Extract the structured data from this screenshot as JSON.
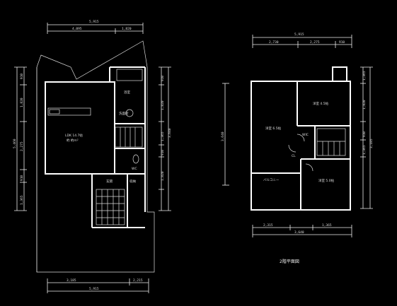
{
  "first_floor": {
    "top_dims": [
      "5,915",
      "4,095",
      "1,820"
    ],
    "bottom_dims": [
      "3,185",
      "2,215",
      "5,915"
    ],
    "left_dims": [
      "910",
      "1,820",
      "2,275",
      "910",
      "1,365",
      "5,460"
    ],
    "right_dims": [
      "910",
      "1,820",
      "1,365",
      "910",
      "1,820",
      "3,640"
    ],
    "rooms": {
      "ldk": "LDK 14.7帖",
      "ldk_area": "約 約m²",
      "wc": "WC",
      "wash": "洗面所",
      "bath": "浴室",
      "entrance": "玄関",
      "storage": "収納"
    }
  },
  "second_floor": {
    "top_dims": [
      "5,915",
      "2,730",
      "2,275",
      "910"
    ],
    "bottom_dims": [
      "2,315",
      "3,640",
      "1,365"
    ],
    "left_dims": [
      "3,640"
    ],
    "right_dims": [
      "1,365",
      "1,820",
      "910",
      "1,365",
      "3,185"
    ],
    "rooms": {
      "room1": "洋室 6.5帖",
      "room2": "洋室 4.5帖",
      "room3": "洋室 5.0帖",
      "closet": "CL",
      "wic": "WIC",
      "balcony": "バルコニー"
    },
    "caption": "2階平面図"
  }
}
